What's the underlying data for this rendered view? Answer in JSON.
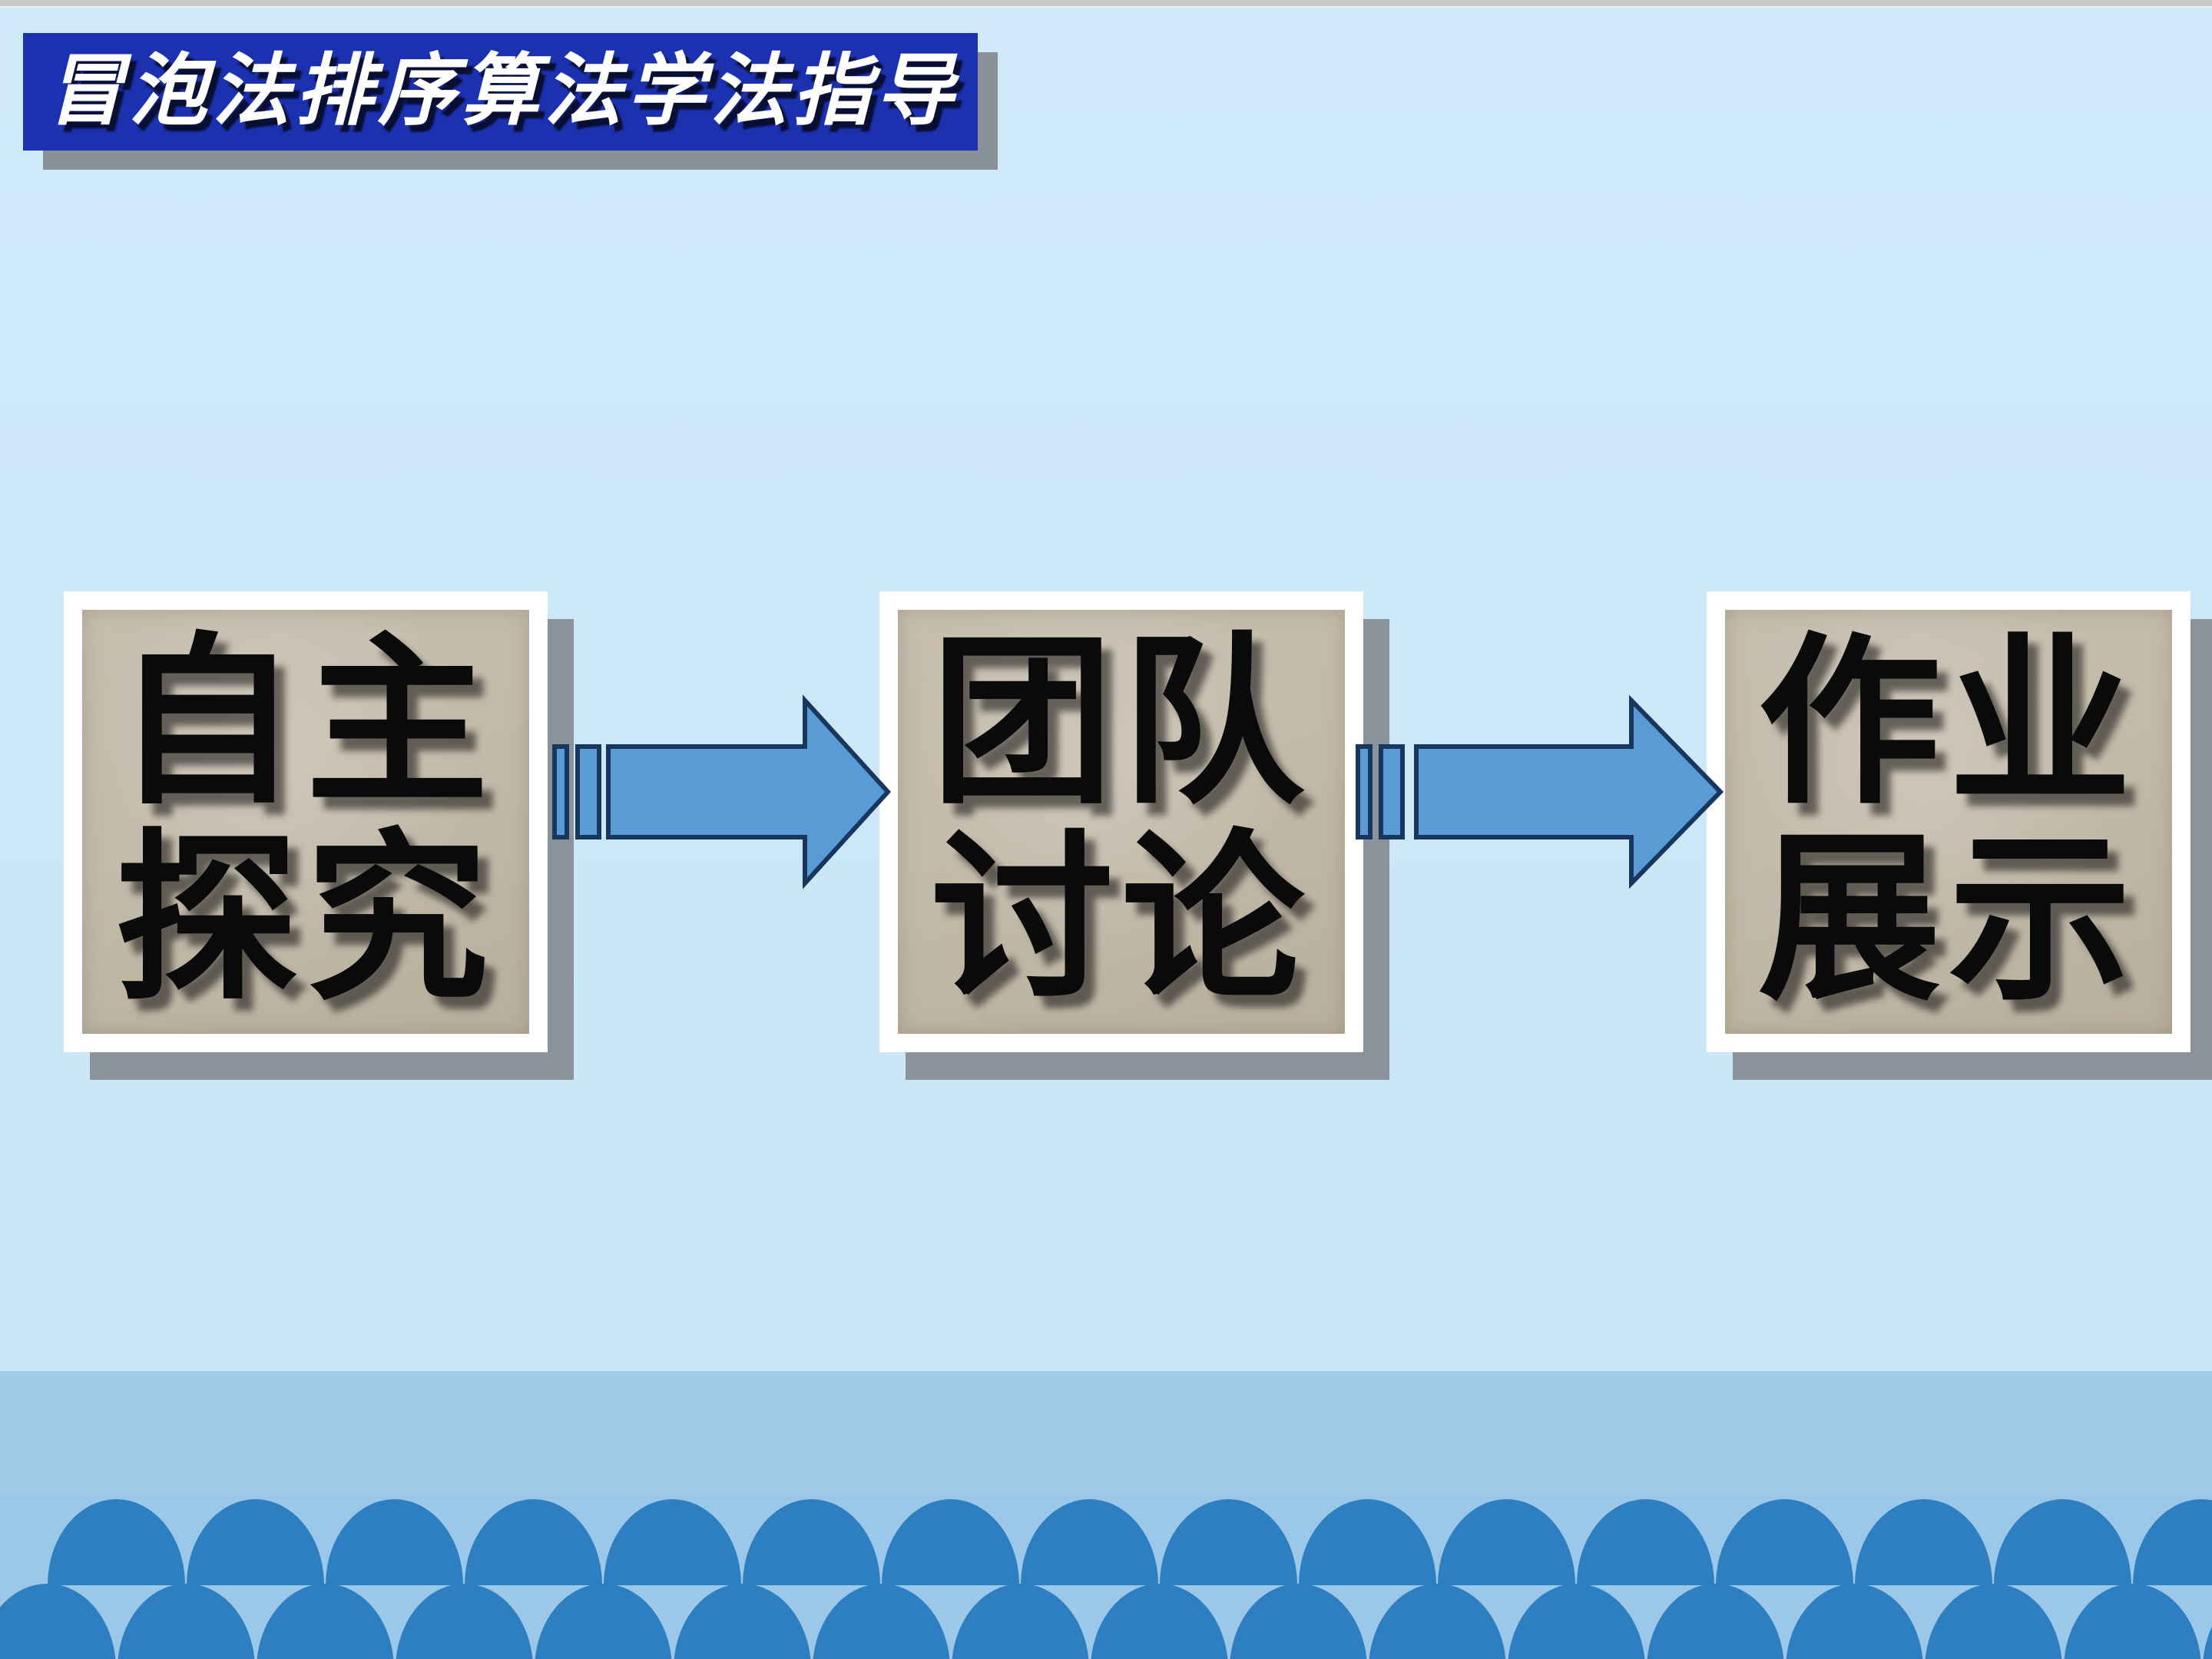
{
  "title_banner": {
    "text": "冒泡法排序算法学法指导"
  },
  "flow": {
    "steps": [
      {
        "name": "independent-inquiry",
        "line1": "自主",
        "line2": "探究"
      },
      {
        "name": "team-discussion",
        "line1": "团队",
        "line2": "讨论"
      },
      {
        "name": "homework-showcase",
        "line1": "作业",
        "line2": "展示"
      }
    ],
    "connector": "right-arrow-with-speed-bars"
  },
  "colors": {
    "background_light_blue": "#cbe7f7",
    "band_medium_blue": "#a0cbe9",
    "band_lower_blue": "#9bc7e8",
    "scallop_dome_blue": "#2d7fc1",
    "banner_blue": "#1c31b0",
    "banner_shadow_gray": "#8a9199",
    "card_fill_tan": "#c3baa9",
    "card_border_white": "#ffffff",
    "card_shadow_gray": "#8b9299",
    "arrow_fill_blue": "#5b9bd5",
    "arrow_outline_navy": "#17375e",
    "card_text_black": "#0a0a0a",
    "title_text_white": "#ffffff",
    "top_strip_gray": "#c7c8ca"
  }
}
